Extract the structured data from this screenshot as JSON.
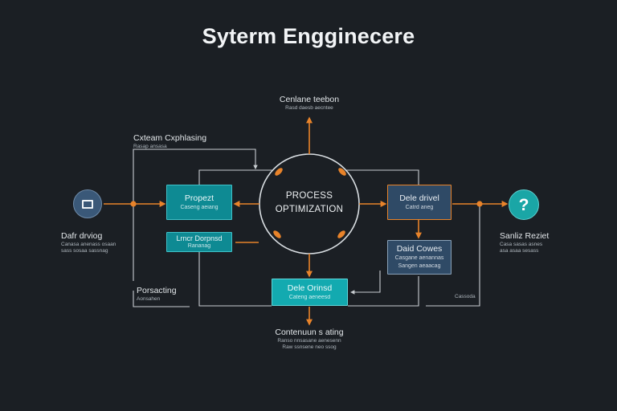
{
  "title": "Syterm Engginecere",
  "center": {
    "line1": "PROCESS",
    "line2": "OPTIMIZATION"
  },
  "top_label": {
    "title": "Cenlane teebon",
    "sub": "Rasd daesb aecntee"
  },
  "bottom_label": {
    "title": "Contenuun s ating",
    "sub1": "Ranso nnsasane aenesenn",
    "sub2": "Raw ssnsene neo ssog"
  },
  "upper_left_label": {
    "title": "Cxteam Cxphlasing",
    "sub": "Rasap ansasa"
  },
  "lower_left_label": {
    "title": "Porsacting",
    "sub": "Aonsahen"
  },
  "left_label": {
    "title": "Dafr drviog",
    "sub1": "Canasa anenass osaan",
    "sub2": "sass sosaa sassnag"
  },
  "right_label": {
    "title": "Sanliz Reziet",
    "sub1": "Casa sasas asnes",
    "sub2": "asa asaa sesass"
  },
  "right_bottom_label": "Cassoda",
  "boxes": {
    "propest": {
      "title": "Propezt",
      "sub": "Caseng aeiang"
    },
    "lower_left": {
      "title": "Lrncr Dorpnsd",
      "sub": "Rananag"
    },
    "data_drivel": {
      "title": "Dele drivel",
      "sub": "Catrd aneg"
    },
    "data_cowes": {
      "title": "Daid Cowes",
      "sub1": "Casgane aenannas",
      "sub2": "Sangen aeaacag"
    },
    "data_orinsd": {
      "title": "Dele Orinsd",
      "sub": "Cateng aeneesd"
    }
  },
  "icons": {
    "left_node": "monitor-icon",
    "right_node": "help-icon"
  },
  "colors": {
    "background": "#1b1f24",
    "accent_orange": "#e8832a",
    "connector": "#c9ced2",
    "teal": "#0e8a93",
    "slate": "#2f4a66",
    "help_node": "#1aa6a6"
  }
}
